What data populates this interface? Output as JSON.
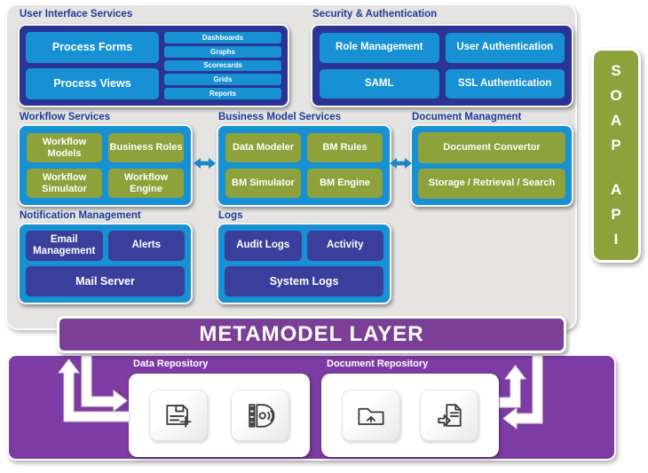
{
  "palette": {
    "navy": "#2b3494",
    "light_blue": "#1791d3",
    "olive": "#8da23b",
    "purple_metamodel": "#7b3f98",
    "purple_panel": "#7d3ca4",
    "title_text": "#1c3c97",
    "connector_blue": "#1b86c8",
    "panel_gray": "#e5e4e2"
  },
  "sections": {
    "ui_services": {
      "title": "User Interface Services",
      "left_items": [
        "Process Forms",
        "Process Views"
      ],
      "right_items": [
        "Dashboards",
        "Graphs",
        "Scorecards",
        "Grids",
        "Reports"
      ]
    },
    "security": {
      "title": "Security & Authentication",
      "items": [
        "Role Management",
        "User Authentication",
        "SAML",
        "SSL Authentication"
      ]
    },
    "workflow": {
      "title": "Workflow Services",
      "items": [
        "Workflow Models",
        "Business Roles",
        "Workflow Simulator",
        "Workflow Engine"
      ]
    },
    "business_model": {
      "title": "Business Model Services",
      "items": [
        "Data Modeler",
        "BM Rules",
        "BM Simulator",
        "BM Engine"
      ]
    },
    "document_mgmt": {
      "title": "Document Managment",
      "items": [
        "Document Convertor",
        "Storage / Retrieval / Search"
      ]
    },
    "notification": {
      "title": "Notification Management",
      "top_items": [
        "Email Management",
        "Alerts"
      ],
      "bottom_item": "Mail Server"
    },
    "logs": {
      "title": "Logs",
      "top_items": [
        "Audit Logs",
        "Activity"
      ],
      "bottom_item": "System Logs"
    }
  },
  "soap": {
    "label": "SOAP API",
    "group1": [
      "S",
      "O",
      "A",
      "P"
    ],
    "group2": [
      "A",
      "P",
      "I"
    ]
  },
  "metamodel": {
    "label": "METAMODEL LAYER"
  },
  "repositories": {
    "data": {
      "title": "Data Repository",
      "icons": [
        "save-disk-plus-icon",
        "disk-drive-icon"
      ]
    },
    "document": {
      "title": "Document Repository",
      "icons": [
        "folder-upload-icon",
        "document-import-icon"
      ]
    }
  }
}
